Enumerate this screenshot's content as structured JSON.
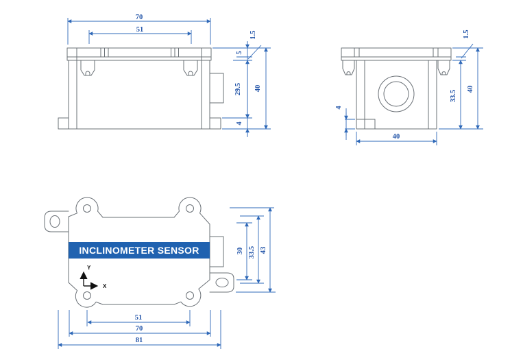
{
  "band": {
    "label": "INCLINOMETER SENSOR"
  },
  "axes": {
    "x_label": "X",
    "y_label": "Y"
  },
  "front_view": {
    "width_top": "70",
    "width_inner": "51",
    "lip_thickness": "1.5",
    "lid_height": "5",
    "body_height": "29.5",
    "flange_height": "4",
    "total_height": "40"
  },
  "side_view": {
    "lip_thickness": "1.5",
    "body_height": "33.5",
    "total_height": "40",
    "flange_height": "4",
    "width_bottom": "40"
  },
  "plan_view": {
    "inner_height": "30",
    "body_height": "33.5",
    "total_height": "43",
    "hole_spacing": "51",
    "body_width": "70",
    "total_width": "81"
  },
  "colors": {
    "dimension_line": "#2e68b8",
    "dimension_text": "#2254a8",
    "band_fill": "#2062b0",
    "band_text": "#ffffff",
    "outline": "#6a7076",
    "axis": "#1a1a1a",
    "background": "#ffffff"
  }
}
